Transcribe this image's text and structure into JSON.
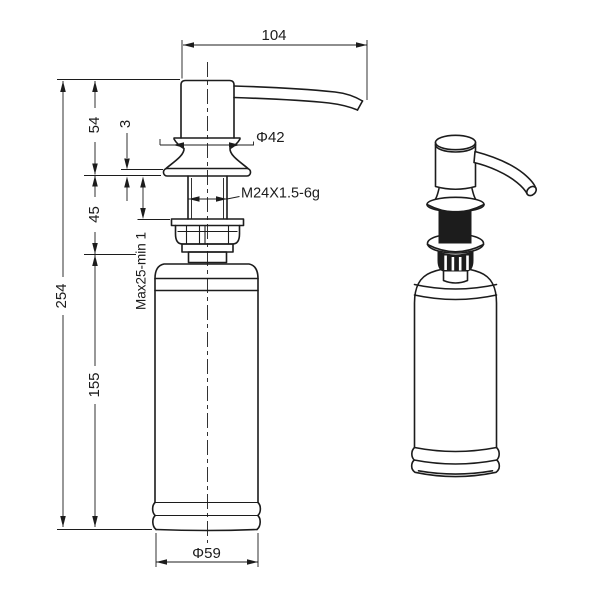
{
  "drawing": {
    "background": "#ffffff",
    "line_color": "#1c1c1c",
    "labels": {
      "spout_reach": "104",
      "head_height": "54",
      "flange_thickness": "3",
      "flange_diameter": "Φ42",
      "thread_spec": "M24X1.5-6g",
      "shank_section_height": "45",
      "overall_height": "254",
      "bottle_height": "155",
      "clamp_range": "Max25-min 1",
      "bottle_diameter": "Φ59"
    }
  }
}
